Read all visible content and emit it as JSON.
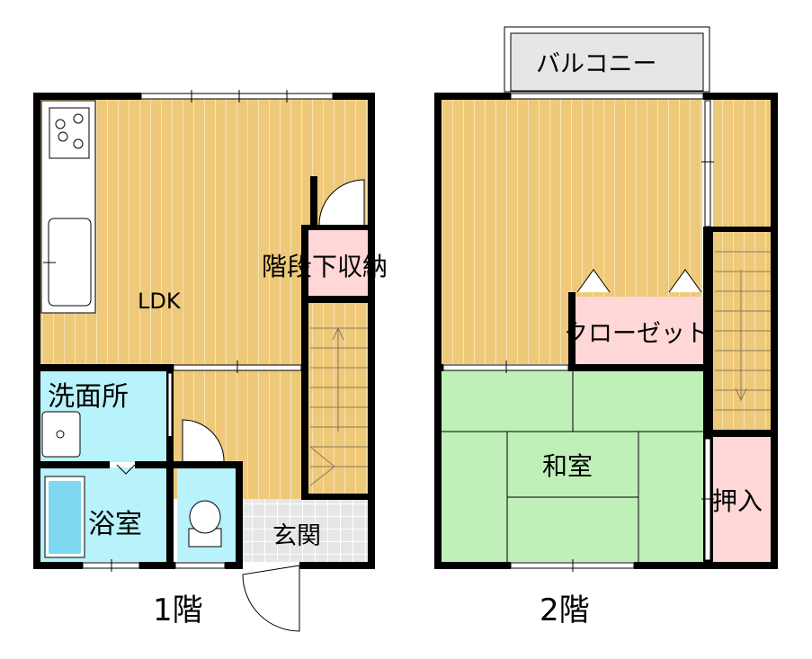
{
  "floor1": {
    "caption": "1階",
    "rooms": {
      "ldk": "LDK",
      "storage": "階段下収納",
      "washroom": "洗面所",
      "bath": "浴室",
      "entrance": "玄関"
    }
  },
  "floor2": {
    "caption": "2階",
    "rooms": {
      "balcony": "バルコニー",
      "closet": "クローゼット",
      "washitsu": "和室",
      "oshiire": "押入"
    }
  },
  "colors": {
    "wood": "#EEC97A",
    "woodLine": "#F7E2B2",
    "tatami": "#BFF0B8",
    "water": "#B8F2FA",
    "pink": "#FFD7D7",
    "tile": "#E6E6E6",
    "wall": "#000000"
  }
}
